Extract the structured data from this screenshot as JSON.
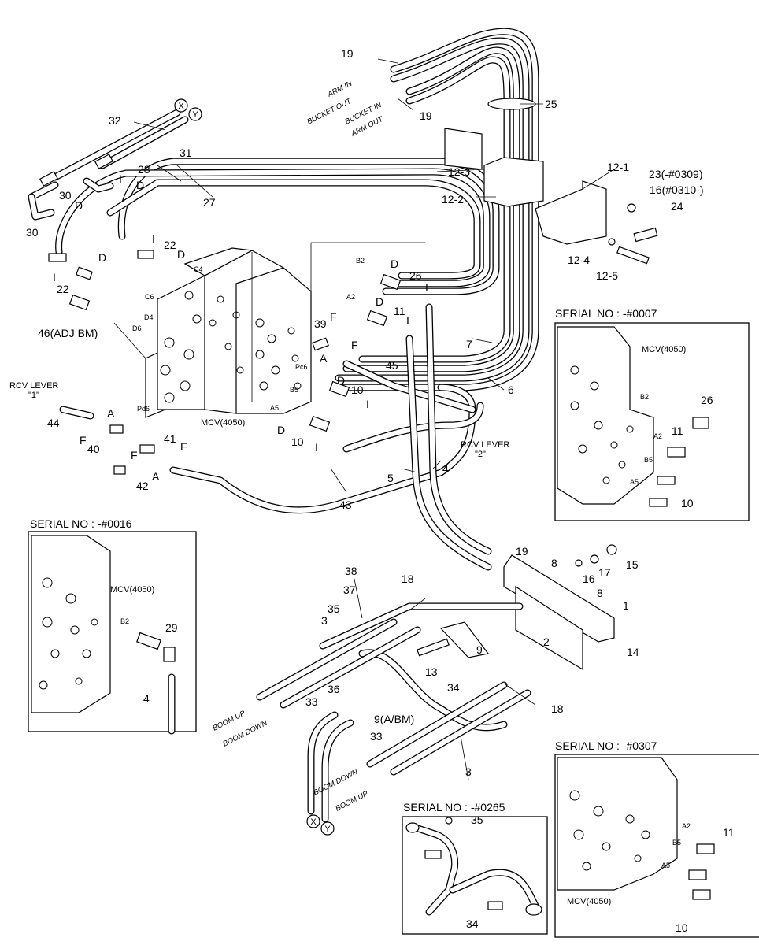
{
  "labels": {
    "arm_in": "ARM IN",
    "bucket_out": "BUCKET OUT",
    "bucket_in": "BUCKET IN",
    "arm_out": "ARM OUT",
    "rcv_lever_1_a": "RCV LEVER",
    "rcv_lever_1_b": "\"1\"",
    "rcv_lever_2_a": "RCV LEVER",
    "rcv_lever_2_b": "\"2\"",
    "mcv": "MCV(4050)",
    "boom_up": "BOOM UP",
    "boom_down": "BOOM DOWN",
    "x": "X",
    "y": "Y"
  },
  "ports": {
    "b2": "B2",
    "a2": "A2",
    "b5": "B5",
    "a5": "A5",
    "c4": "C4",
    "c6": "C6",
    "d4": "D4",
    "d6": "D6",
    "pc6": "Pc6",
    "pd6": "Pd6"
  },
  "callouts": {
    "p1": "1",
    "p2": "2",
    "p3": "3",
    "p4": "4",
    "p5": "5",
    "p6": "6",
    "p7": "7",
    "p8": "8",
    "p9": "9",
    "p9ab": "9(A/BM)",
    "p10": "10",
    "p11": "11",
    "p12_1": "12-1",
    "p12_2": "12-2",
    "p12_3": "12-3",
    "p12_4": "12-4",
    "p12_5": "12-5",
    "p13": "13",
    "p14": "14",
    "p15": "15",
    "p16": "16",
    "p16s": "16(#0310-)",
    "p17": "17",
    "p18": "18",
    "p19": "19",
    "p22": "22",
    "p23": "23(-#0309)",
    "p24": "24",
    "p25": "25",
    "p26": "26",
    "p27": "27",
    "p28": "28",
    "p29": "29",
    "p30": "30",
    "p31": "31",
    "p32": "32",
    "p33": "33",
    "p34": "34",
    "p35": "35",
    "p36": "36",
    "p37": "37",
    "p38": "38",
    "p39": "39",
    "p40": "40",
    "p41": "41",
    "p42": "42",
    "p43": "43",
    "p44": "44",
    "p45": "45",
    "p46": "46(ADJ BM)",
    "d": "D",
    "i": "I",
    "f": "F",
    "a": "A"
  },
  "insets": {
    "s0007": "SERIAL NO : -#0007",
    "s0016": "SERIAL NO : -#0016",
    "s0307": "SERIAL NO : -#0307",
    "s0265": "SERIAL NO : -#0265"
  }
}
